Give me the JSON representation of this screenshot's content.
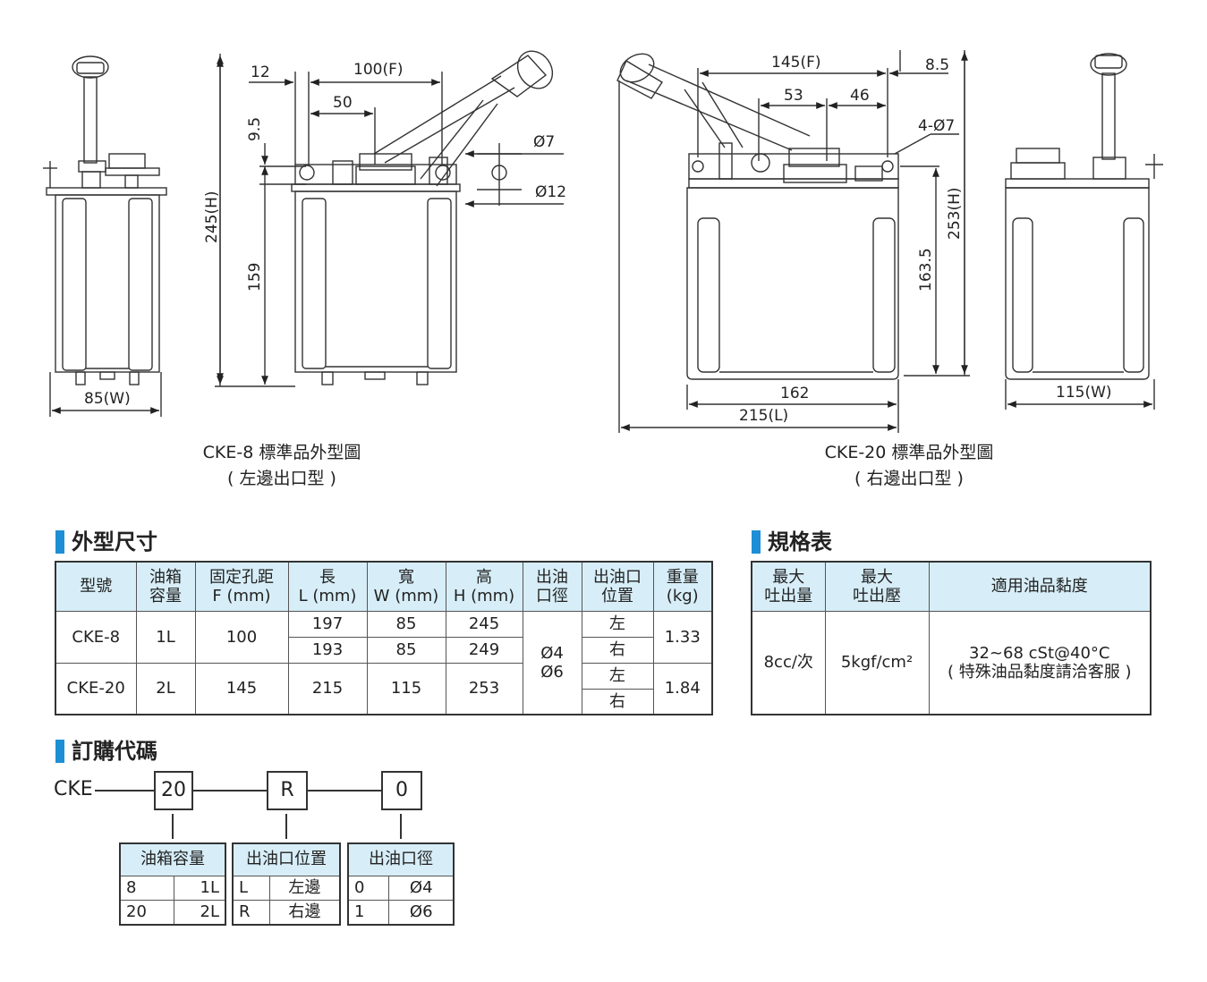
{
  "drawing_dims": {
    "d12": "12",
    "d100f": "100(F)",
    "d50": "50",
    "d9_5": "9.5",
    "d245h": "245(H)",
    "d159": "159",
    "d85w": "85(W)",
    "d7": "Ø7",
    "d12dia": "Ø12",
    "d145f": "145(F)",
    "d8_5": "8.5",
    "d53": "53",
    "d46": "46",
    "d4_7": "4-Ø7",
    "d253h": "253(H)",
    "d163_5": "163.5",
    "d162": "162",
    "d215l": "215(L)",
    "d115w": "115(W)"
  },
  "captions": {
    "cke8_line1": "CKE-8 標準品外型圖",
    "cke8_line2": "( 左邊出口型 )",
    "cke20_line1": "CKE-20 標準品外型圖",
    "cke20_line2": "( 右邊出口型 )"
  },
  "sections": {
    "dimensions": "外型尺寸",
    "spec": "規格表",
    "order": "訂購代碼"
  },
  "dim_table": {
    "headers": {
      "model": "型號",
      "tank_1": "油箱",
      "tank_2": "容量",
      "pitch_1": "固定孔距",
      "pitch_2": "F (mm)",
      "len_1": "長",
      "len_2": "L (mm)",
      "wid_1": "寬",
      "wid_2": "W (mm)",
      "hgt_1": "高",
      "hgt_2": "H (mm)",
      "port_1": "出油",
      "port_2": "口徑",
      "pos_1": "出油口",
      "pos_2": "位置",
      "wt_1": "重量",
      "wt_2": "(kg)"
    },
    "cke8": {
      "model": "CKE-8",
      "tank": "1L",
      "pitch": "100",
      "l1": "197",
      "w1": "85",
      "h1": "245",
      "l2": "193",
      "w2": "85",
      "h2": "249",
      "pos1": "左",
      "pos2": "右",
      "weight": "1.33"
    },
    "cke20": {
      "model": "CKE-20",
      "tank": "2L",
      "pitch": "145",
      "l": "215",
      "w": "115",
      "h": "253",
      "pos1": "左",
      "pos2": "右",
      "weight": "1.84"
    },
    "port": {
      "p1": "Ø4",
      "p2": "Ø6"
    }
  },
  "spec_table": {
    "h_flow_1": "最大",
    "h_flow_2": "吐出量",
    "h_press_1": "最大",
    "h_press_2": "吐出壓",
    "h_visc": "適用油品黏度",
    "flow": "8cc/次",
    "pressure": "5kgf/cm²",
    "visc_1": "32~68 cSt@40°C",
    "visc_2": "( 特殊油品黏度請洽客服 )"
  },
  "order_code": {
    "prefix": "CKE",
    "box1": "20",
    "box2": "R",
    "box3": "0",
    "t1": {
      "title": "油箱容量",
      "rows": [
        [
          "8",
          "1L"
        ],
        [
          "20",
          "2L"
        ]
      ]
    },
    "t2": {
      "title": "出油口位置",
      "rows": [
        [
          "L",
          "左邊"
        ],
        [
          "R",
          "右邊"
        ]
      ]
    },
    "t3": {
      "title": "出油口徑",
      "rows": [
        [
          "0",
          "Ø4"
        ],
        [
          "1",
          "Ø6"
        ]
      ]
    }
  }
}
